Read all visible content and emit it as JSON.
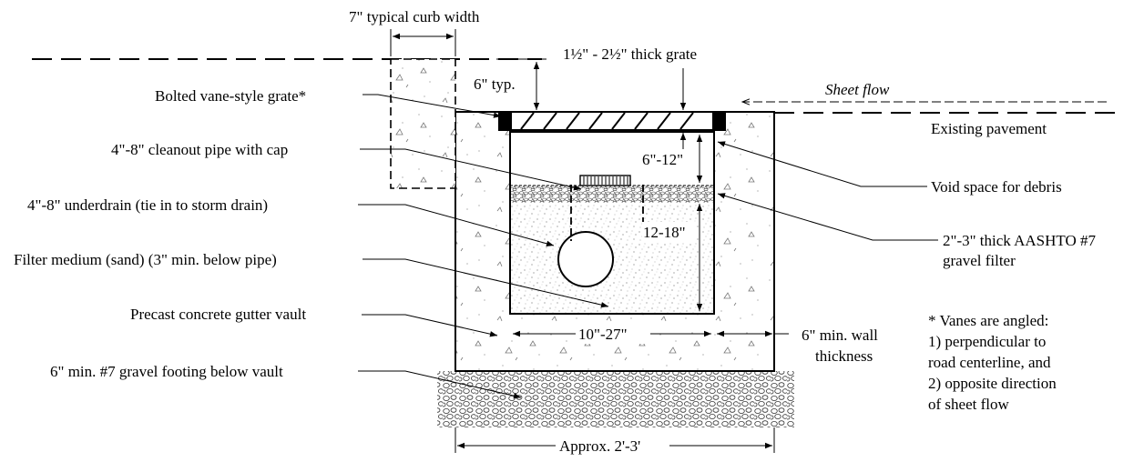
{
  "diagram": {
    "top": {
      "curb_width": "7\" typical curb width",
      "grate_thickness": "1½\" - 2½\" thick grate",
      "typ_6": "6\" typ.",
      "sheet_flow": "Sheet flow"
    },
    "left_labels": {
      "grate": "Bolted vane-style grate*",
      "cleanout": "4\"-8\" cleanout pipe with cap",
      "underdrain": "4\"-8\" underdrain (tie in to storm drain)",
      "filter": "Filter medium (sand) (3\" min. below pipe)",
      "vault": "Precast concrete gutter vault",
      "footing": "6\" min. #7 gravel footing below vault"
    },
    "right_labels": {
      "pavement": "Existing pavement",
      "void": "Void space for debris",
      "gravel_1": "2\"-3\" thick AASHTO #7",
      "gravel_2": "gravel filter",
      "wall_1": "6\" min. wall",
      "wall_2": "thickness"
    },
    "dimensions": {
      "void_depth": "6\"-12\"",
      "media_depth": "12-18\"",
      "inner_width": "10\"-27\"",
      "overall_width": "Approx. 2'-3'"
    },
    "note": {
      "l1": "* Vanes are angled:",
      "l2": "1) perpendicular to",
      "l3": "road centerline, and",
      "l4": "2) opposite direction",
      "l5": "of sheet flow"
    }
  }
}
